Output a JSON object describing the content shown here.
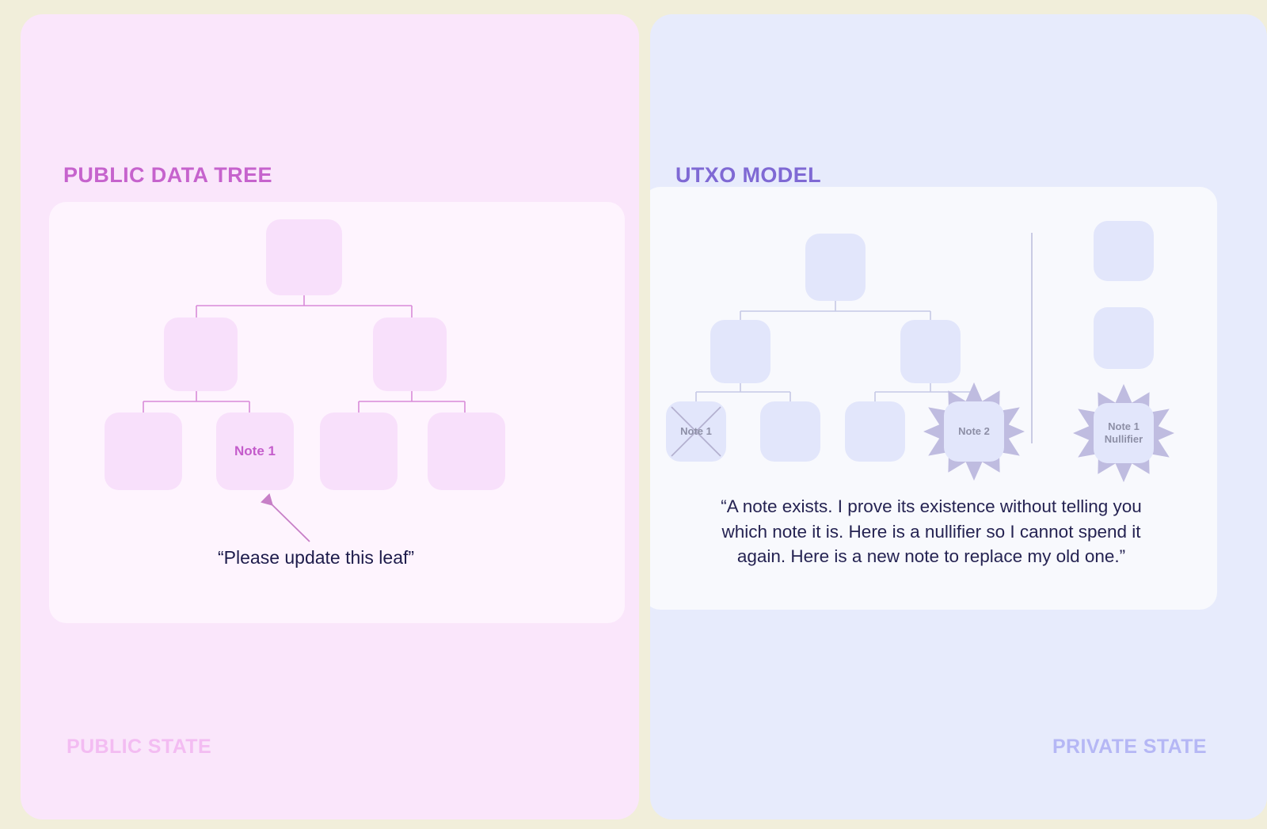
{
  "page": {
    "background_color": "#f1eeda"
  },
  "panels": {
    "public": {
      "heading": "PUBLIC DATA TREE",
      "footer": "PUBLIC STATE",
      "background_color": "#fae6fb",
      "card_color": "#fef4fe",
      "heading_color": "#c663cd",
      "footer_color": "#f3bcf2",
      "node_color": "#f8e0fb",
      "line_color": "#d98ad9",
      "tree": {
        "root": {
          "label": ""
        },
        "level2": [
          {
            "label": ""
          },
          {
            "label": ""
          }
        ],
        "leaves": [
          {
            "label": ""
          },
          {
            "label": "Note 1"
          },
          {
            "label": ""
          },
          {
            "label": ""
          }
        ]
      },
      "annotation": {
        "text": "“Please update this leaf”",
        "arrow_color": "#c77fc7",
        "points_to": "Note 1"
      }
    },
    "private": {
      "heading": "UTXO MODEL",
      "footer": "PRIVATE STATE",
      "background_color": "#e7ebfc",
      "card_color": "#f8f9fd",
      "heading_color": "#7f69d4",
      "footer_color": "#b5b7f5",
      "node_color": "#e2e6fb",
      "line_color": "#c6c9e6",
      "burst_color": "#bfbce0",
      "tree": {
        "root": {
          "label": ""
        },
        "level2": [
          {
            "label": ""
          },
          {
            "label": ""
          }
        ],
        "leaves": [
          {
            "label": "Note 1",
            "crossed_out": true
          },
          {
            "label": ""
          },
          {
            "label": ""
          },
          {
            "label": "Note 2",
            "burst": true
          }
        ]
      },
      "side_column": [
        {
          "label": ""
        },
        {
          "label": ""
        },
        {
          "label": "Note 1\nNullifier",
          "label_line1": "Note 1",
          "label_line2": "Nullifier",
          "burst": true
        }
      ],
      "quote": {
        "line1": "“A note exists. I prove its existence without telling you",
        "line2": "which note it is. Here is a nullifier so I cannot spend it",
        "line3": "again. Here is a new note to replace my old one.”"
      }
    }
  }
}
